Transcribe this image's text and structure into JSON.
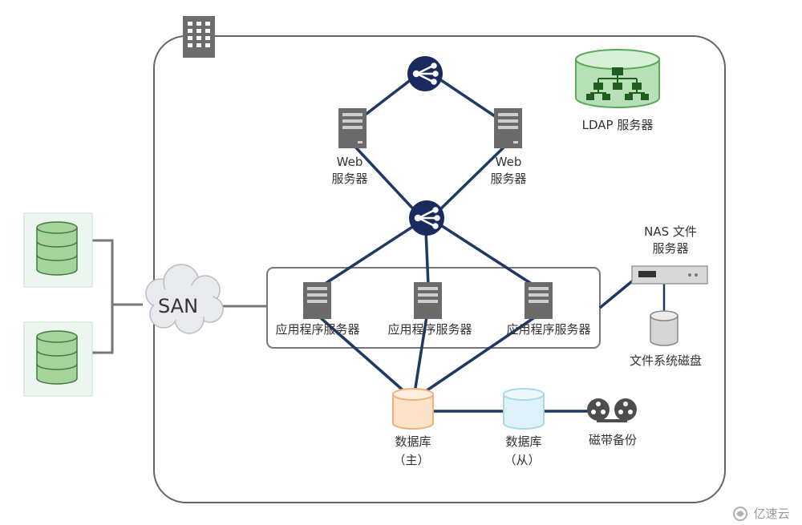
{
  "labels": {
    "ldap": "LDAP 服务器",
    "web_line1": "Web",
    "web_line2": "服务器",
    "nas_line1": "NAS 文件",
    "nas_line2": "服务器",
    "fs_disk": "文件系统磁盘",
    "san": "SAN",
    "app_server": "应用程序服务器",
    "db_master_line1": "数据库",
    "db_master_line2": "（主）",
    "db_slave_line1": "数据库",
    "db_slave_line2": "（从）",
    "tape_backup": "磁带备份"
  },
  "watermark": {
    "text": "亿速云"
  },
  "colors": {
    "link": "#1f3864",
    "switch": "#1b2a5e",
    "server": "#6b6b6b",
    "storage_fill": "#a6d49b",
    "storage_box": "#eef6f2",
    "db_master": "#f0b27a",
    "db_slave": "#a8d8ea",
    "boundary": "#666666"
  },
  "icons": [
    "building-icon",
    "switch-icon",
    "server-icon",
    "ldap-directory-icon",
    "storage-array-icon",
    "cloud-icon",
    "nas-device-icon",
    "disk-icon",
    "database-icon",
    "tape-reels-icon",
    "watermark-logo-icon"
  ]
}
